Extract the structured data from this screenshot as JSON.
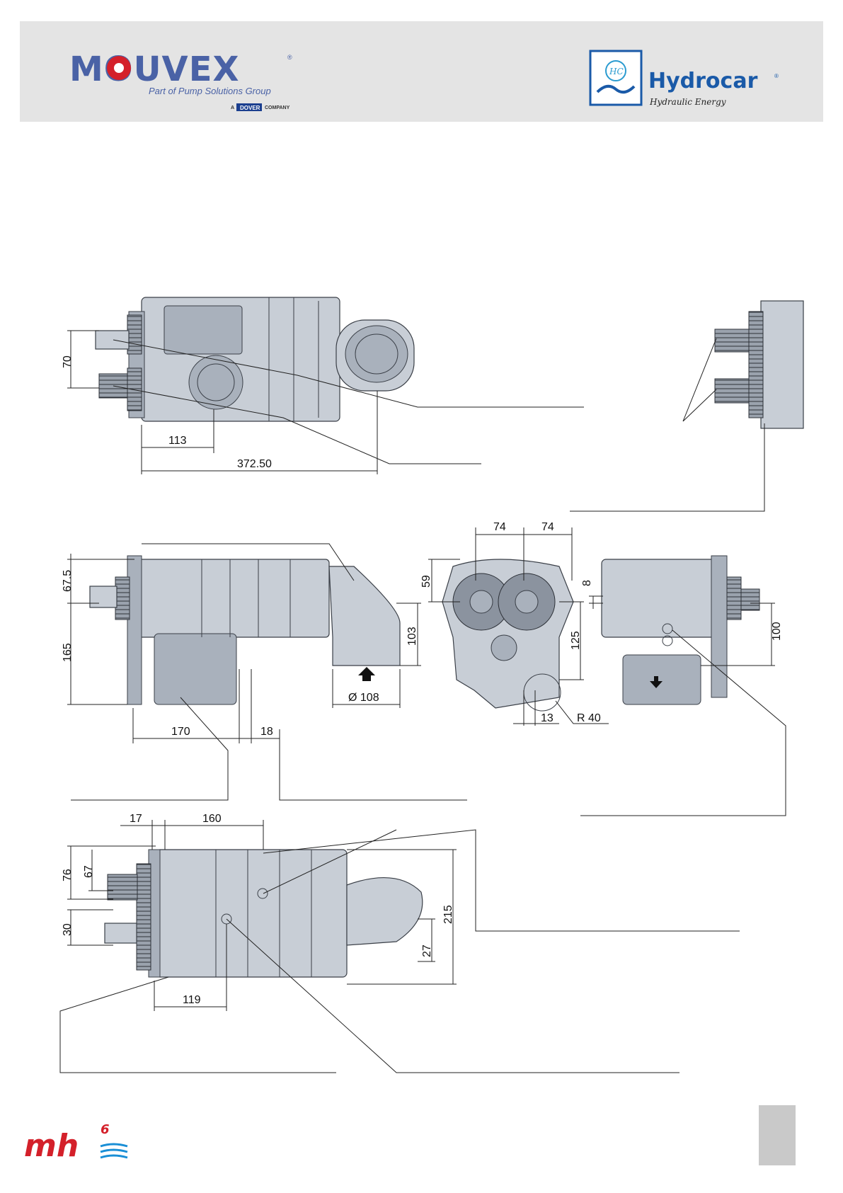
{
  "header": {
    "mouvex": {
      "brand": "MOUVEX",
      "registered": "®",
      "tagline": "Part of Pump Solutions Group",
      "company_prefix": "A",
      "company_name": "DOVER",
      "company_suffix": "COMPANY"
    },
    "hydrocar": {
      "monogram": "HC",
      "brand": "Hydrocar",
      "registered": "®",
      "tagline": "Hydraulic Energy"
    }
  },
  "dimensions": {
    "top_view": {
      "d70": "70",
      "d113": "113",
      "d372": "372.50"
    },
    "side_view": {
      "d67_5": "67.5",
      "d165": "165",
      "d103": "103",
      "d108": "Ø 108",
      "d170": "170",
      "d18": "18"
    },
    "front_view": {
      "d74a": "74",
      "d74b": "74",
      "d59": "59",
      "d125": "125",
      "d13": "13",
      "r40": "R 40"
    },
    "rear_view": {
      "d8": "8",
      "d100": "100"
    },
    "bottom_view": {
      "d17": "17",
      "d160": "160",
      "d76": "76",
      "d67": "67",
      "d30": "30",
      "d215": "215",
      "d27": "27",
      "d119": "119"
    }
  },
  "footer": {
    "logo": "mh",
    "logo_superscript": "6"
  },
  "colors": {
    "brand_blue": "#4a62a6",
    "brand_red": "#d4202a",
    "hydrocar_blue": "#1a5aa8",
    "header_bg": "#e4e4e4",
    "page_tab": "#c9c9c9"
  }
}
